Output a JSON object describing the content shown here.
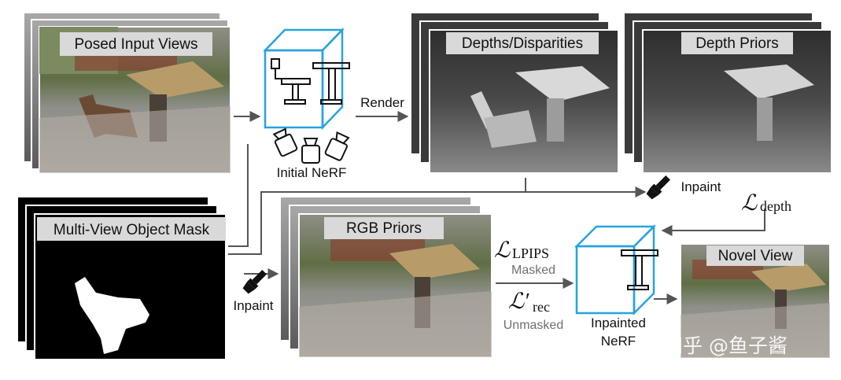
{
  "labels": {
    "posed_input_views": "Posed Input Views",
    "multi_view_object_mask": "Multi-View Object Mask",
    "initial_nerf": "Initial NeRF",
    "render": "Render",
    "depths_disparities": "Depths/Disparities",
    "depth_priors": "Depth Priors",
    "inpaint_top": "Inpaint",
    "inpaint_bottom": "Inpaint",
    "rgb_priors": "RGB Priors",
    "masked": "Masked",
    "unmasked": "Unmasked",
    "inpainted_nerf_line1": "Inpainted",
    "inpainted_nerf_line2": "NeRF",
    "novel_view": "Novel View"
  },
  "losses": {
    "depth_symbol": "ℒ",
    "depth_sub": "depth",
    "lpips_symbol": "ℒ",
    "lpips_sub": "LPIPS",
    "rec_symbol": "ℒ′",
    "rec_sub": "rec"
  },
  "watermark": "知乎 @鱼子酱",
  "colors": {
    "nerf_cube": "#27a3df",
    "arrow": "#555555",
    "label_bg": "#d9d9d9"
  }
}
